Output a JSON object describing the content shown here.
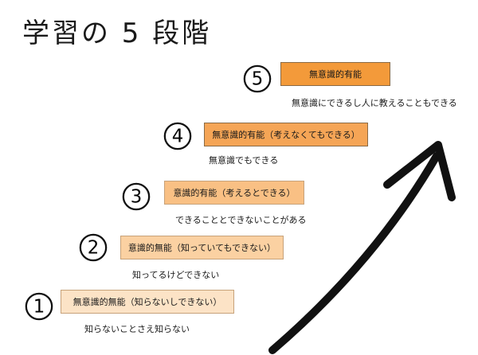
{
  "title": "学習の 5 段階",
  "stages": [
    {
      "num": "1",
      "label": "無意識的無能（知らないしできない）",
      "desc": "知らないことさえ知らない"
    },
    {
      "num": "2",
      "label": "意識的無能（知っていてもできない）",
      "desc": "知ってるけどできない"
    },
    {
      "num": "3",
      "label": "意識的有能（考えるとできる）",
      "desc": "できることとできないことがある"
    },
    {
      "num": "4",
      "label": "無意識的有能（考えなくてもできる）",
      "desc": "無意識でもできる"
    },
    {
      "num": "5",
      "label": "無意識的有能",
      "desc": "無意識にできるし人に教えることもできる"
    }
  ],
  "colors": {
    "stage1": "#fce3c6",
    "stage2": "#fbd1a2",
    "stage3": "#f9c084",
    "stage4": "#f5a556",
    "stage5": "#f39a3a",
    "arrow": "#111111"
  }
}
